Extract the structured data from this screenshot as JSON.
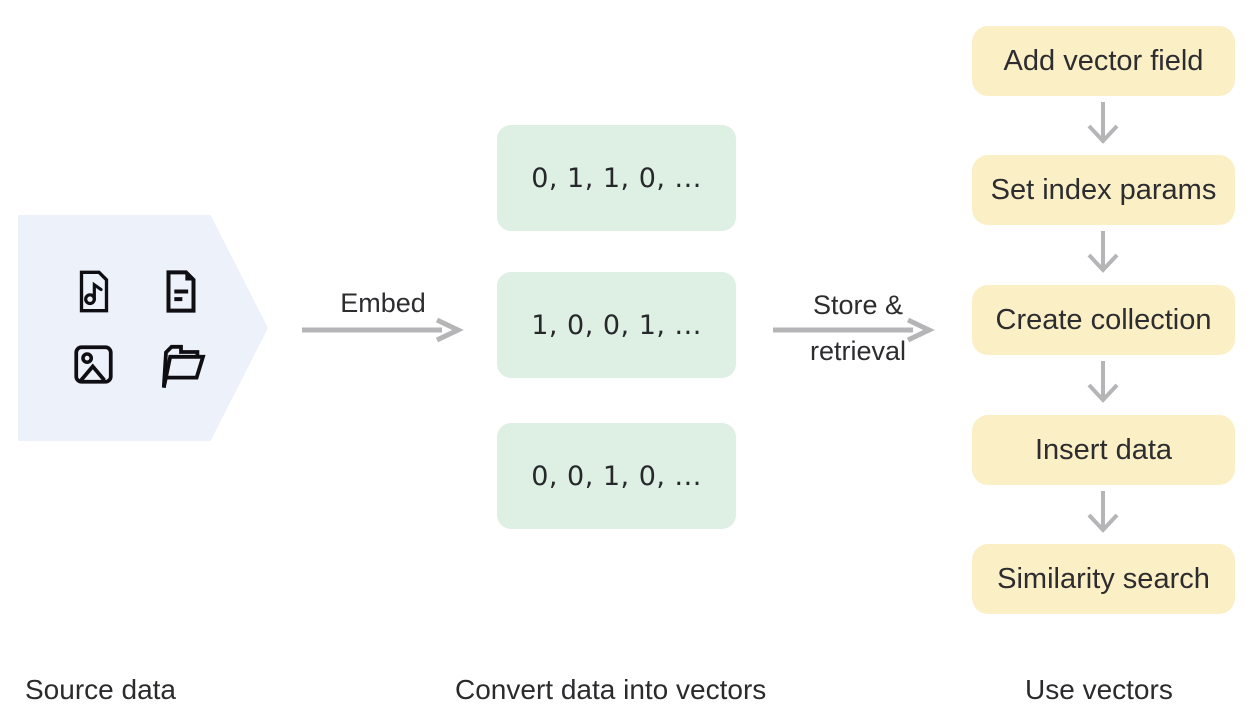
{
  "diagram": {
    "source": {
      "caption": "Source data",
      "icons": [
        "audio-file-icon",
        "text-file-icon",
        "image-icon",
        "folder-icon"
      ]
    },
    "embed_arrow": {
      "label": "Embed"
    },
    "vectors": {
      "caption": "Convert data into vectors",
      "boxes": [
        "0, 1, 1, 0, ...",
        "1, 0, 0, 1, ...",
        "0, 0, 1, 0, ..."
      ]
    },
    "store_arrow": {
      "label_line1": "Store &",
      "label_line2": "retrieval"
    },
    "use": {
      "caption": "Use vectors",
      "steps": [
        "Add vector field",
        "Set index params",
        "Create collection",
        "Insert data",
        "Similarity search"
      ]
    },
    "colors": {
      "source_bg": "#EDF1FA",
      "vector_bg": "#DEF0E3",
      "step_bg": "#FBEFC6",
      "arrow": "#B5B5B7",
      "icon": "#0E0E13",
      "text": "#2D2D30"
    }
  }
}
